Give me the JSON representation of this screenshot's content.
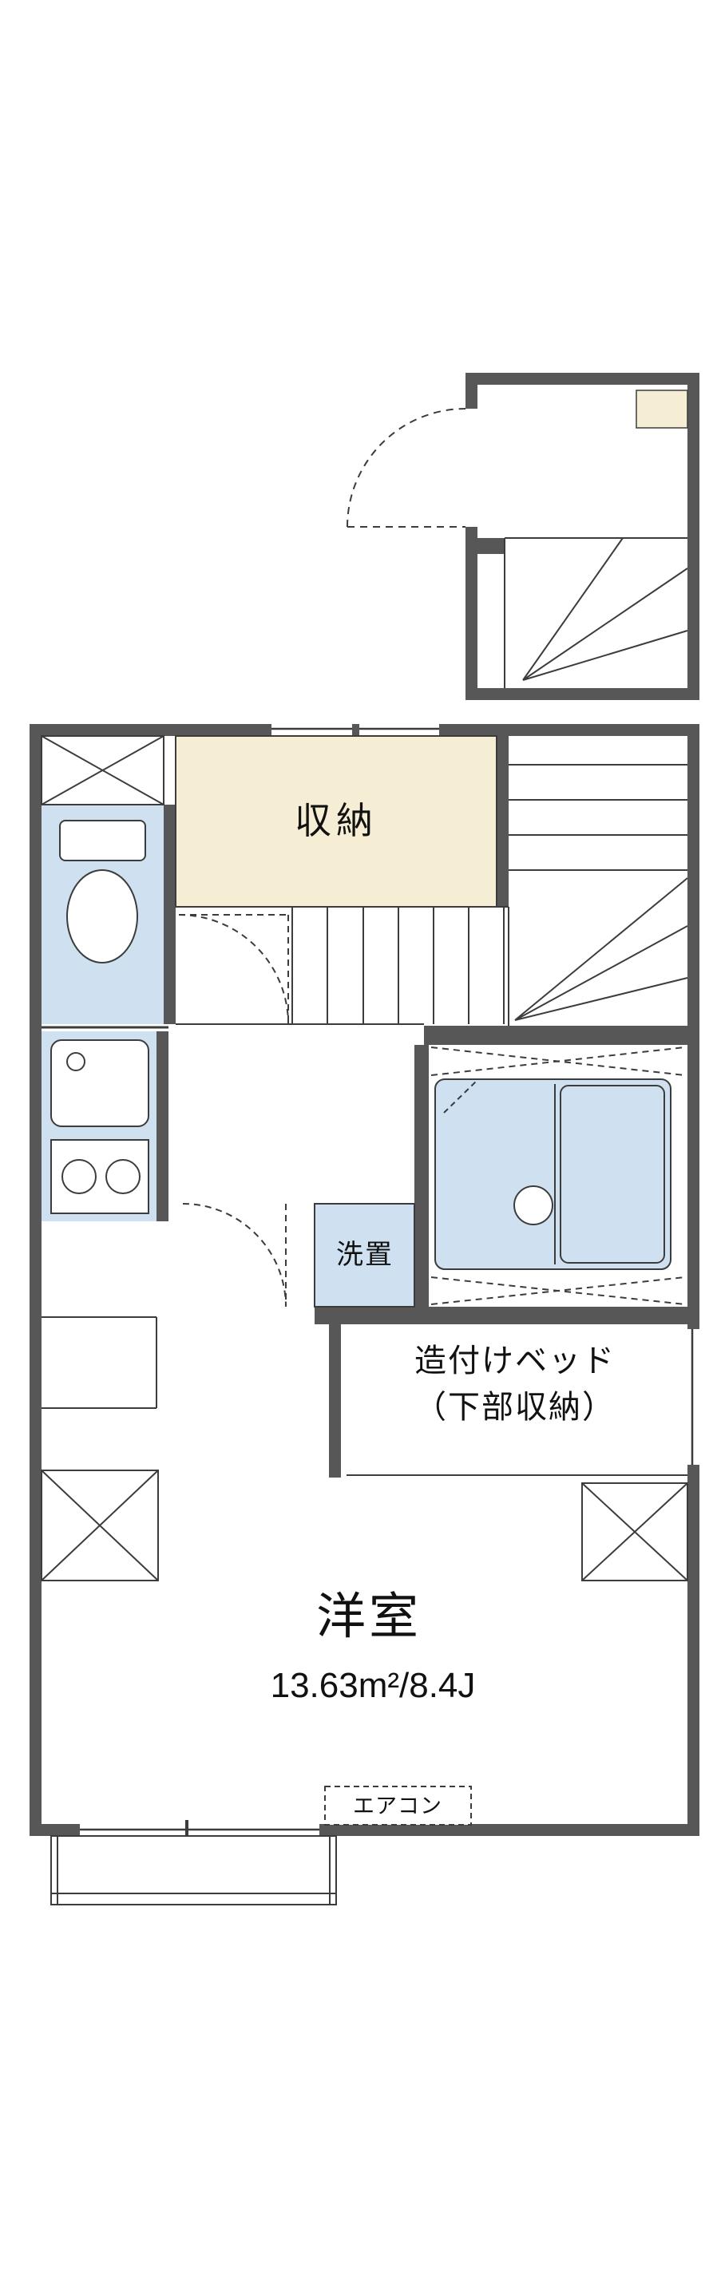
{
  "floorplan": {
    "labels": {
      "storage": "収納",
      "laundry": "洗置",
      "bed_line1": "造付けベッド",
      "bed_line2": "（下部収納）",
      "room_name": "洋室",
      "room_area": "13.63m²/8.4J",
      "aircon": "エアコン"
    },
    "colors": {
      "wall": "#575757",
      "line": "#3c3c3c",
      "wet_area_fill": "#cfe1f0",
      "storage_fill": "#f6eed4",
      "background": "#ffffff"
    }
  }
}
